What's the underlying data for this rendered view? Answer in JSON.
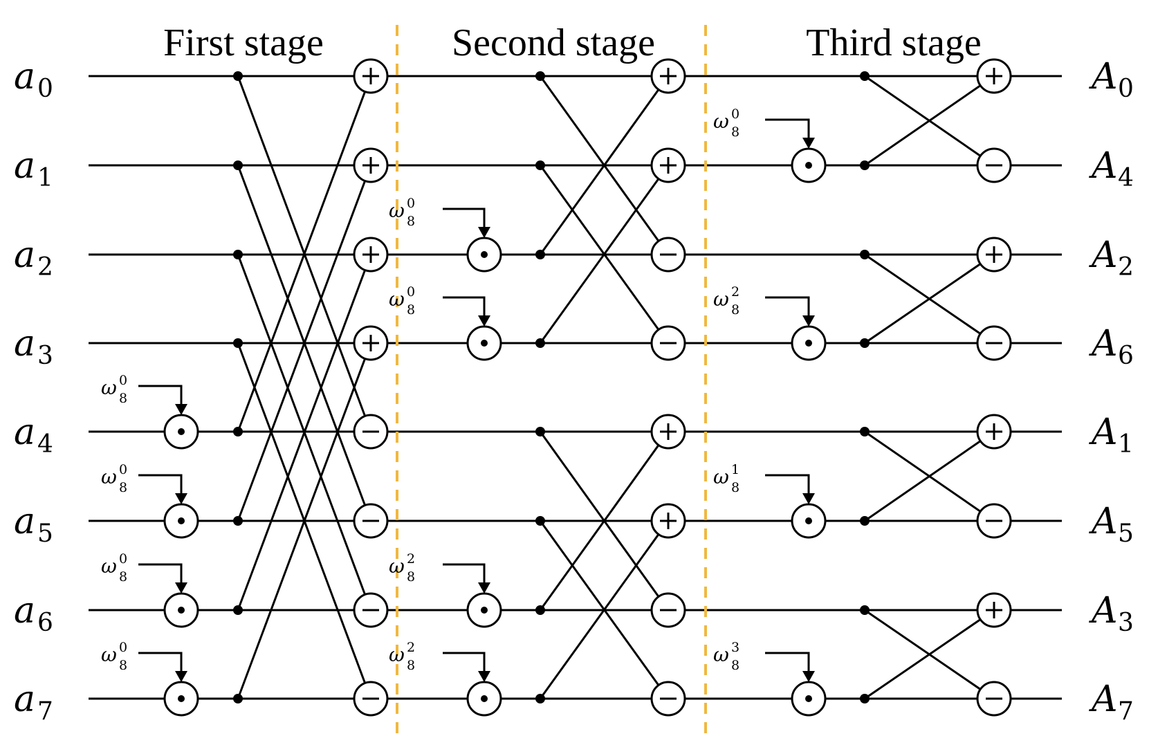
{
  "stages": {
    "first": "First stage",
    "second": "Second stage",
    "third": "Third stage"
  },
  "inputs": [
    {
      "base": "a",
      "sub": "0"
    },
    {
      "base": "a",
      "sub": "1"
    },
    {
      "base": "a",
      "sub": "2"
    },
    {
      "base": "a",
      "sub": "3"
    },
    {
      "base": "a",
      "sub": "4"
    },
    {
      "base": "a",
      "sub": "5"
    },
    {
      "base": "a",
      "sub": "6"
    },
    {
      "base": "a",
      "sub": "7"
    }
  ],
  "outputs": [
    {
      "base": "A",
      "sub": "0"
    },
    {
      "base": "A",
      "sub": "4"
    },
    {
      "base": "A",
      "sub": "2"
    },
    {
      "base": "A",
      "sub": "6"
    },
    {
      "base": "A",
      "sub": "1"
    },
    {
      "base": "A",
      "sub": "5"
    },
    {
      "base": "A",
      "sub": "3"
    },
    {
      "base": "A",
      "sub": "7"
    }
  ],
  "twiddle_symbol": "ω",
  "twiddle_base": "8",
  "stage1": {
    "ops": [
      "+",
      "+",
      "+",
      "+",
      "−",
      "−",
      "−",
      "−"
    ],
    "twiddles": [
      {
        "row": 4,
        "exp": "0"
      },
      {
        "row": 5,
        "exp": "0"
      },
      {
        "row": 6,
        "exp": "0"
      },
      {
        "row": 7,
        "exp": "0"
      }
    ],
    "pairs": [
      [
        0,
        4
      ],
      [
        1,
        5
      ],
      [
        2,
        6
      ],
      [
        3,
        7
      ]
    ]
  },
  "stage2": {
    "ops": [
      "+",
      "+",
      "−",
      "−",
      "+",
      "+",
      "−",
      "−"
    ],
    "twiddles": [
      {
        "row": 2,
        "exp": "0"
      },
      {
        "row": 3,
        "exp": "0"
      },
      {
        "row": 6,
        "exp": "2"
      },
      {
        "row": 7,
        "exp": "2"
      }
    ],
    "pairs": [
      [
        0,
        2
      ],
      [
        1,
        3
      ],
      [
        4,
        6
      ],
      [
        5,
        7
      ]
    ]
  },
  "stage3": {
    "ops": [
      "+",
      "−",
      "+",
      "−",
      "+",
      "−",
      "+",
      "−"
    ],
    "twiddles": [
      {
        "row": 1,
        "exp": "0"
      },
      {
        "row": 3,
        "exp": "2"
      },
      {
        "row": 5,
        "exp": "1"
      },
      {
        "row": 7,
        "exp": "3"
      }
    ],
    "pairs": [
      [
        0,
        1
      ],
      [
        2,
        3
      ],
      [
        4,
        5
      ],
      [
        6,
        7
      ]
    ]
  },
  "colors": {
    "separator": "#f0b840",
    "line": "#000000"
  }
}
